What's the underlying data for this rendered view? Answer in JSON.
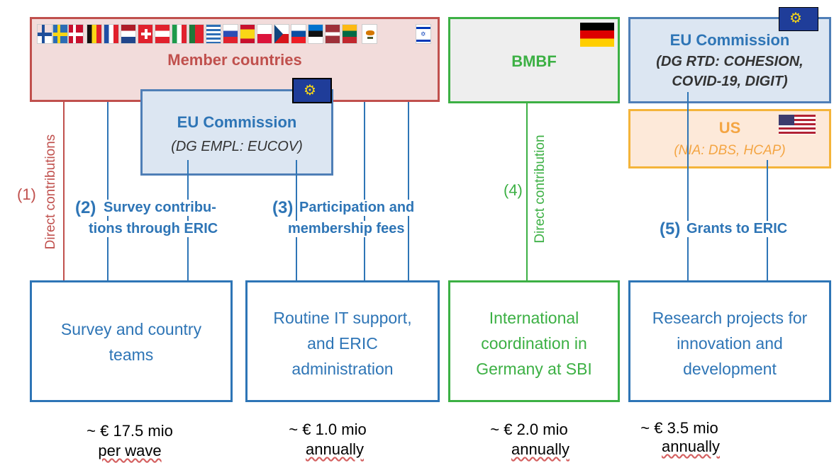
{
  "member_countries": {
    "title": "Member countries"
  },
  "eu_commission_empl": {
    "title": "EU Commission",
    "subtitle": "(DG EMPL: EUCOV)"
  },
  "bmbf": {
    "title": "BMBF"
  },
  "eu_commission_rtd": {
    "title": "EU Commission",
    "subtitle_line1": "(DG RTD: COHESION,",
    "subtitle_line2": "COVID-19, DIGIT)"
  },
  "us": {
    "title": "US",
    "subtitle": "(NIA: DBS, HCAP)"
  },
  "flows": {
    "f1": {
      "num": "(1)",
      "text": "Direct contributions"
    },
    "f2": {
      "num": "(2)",
      "line1": "Survey contribu-",
      "line2": "tions through ERIC"
    },
    "f3": {
      "num": "(3)",
      "line1": "Participation and",
      "line2": "membership fees"
    },
    "f4": {
      "num": "(4)",
      "text": "Direct contribution"
    },
    "f5": {
      "num": "(5)",
      "text": "Grants to ERIC"
    }
  },
  "targets": [
    {
      "line1": "Survey and country",
      "line2": "teams",
      "line3": ""
    },
    {
      "line1": "Routine IT support,",
      "line2": "and ERIC",
      "line3": "administration"
    },
    {
      "line1": "International",
      "line2": "coordination in",
      "line3": "Germany at SBI"
    },
    {
      "line1": "Research projects for",
      "line2": "innovation and",
      "line3": "development"
    }
  ],
  "amounts": [
    {
      "line1": "~ € 17.5 mio",
      "line2": "per wave"
    },
    {
      "line1": "~ € 1.0 mio",
      "line2": "annually"
    },
    {
      "line1": "~ € 2.0 mio",
      "line2": "annually"
    },
    {
      "line1": "~ € 3.5 mio",
      "line2": "annually"
    }
  ],
  "colors": {
    "red": "#c0504d",
    "blue": "#2e75b6",
    "green": "#3cb044",
    "orange": "#f4a543"
  }
}
